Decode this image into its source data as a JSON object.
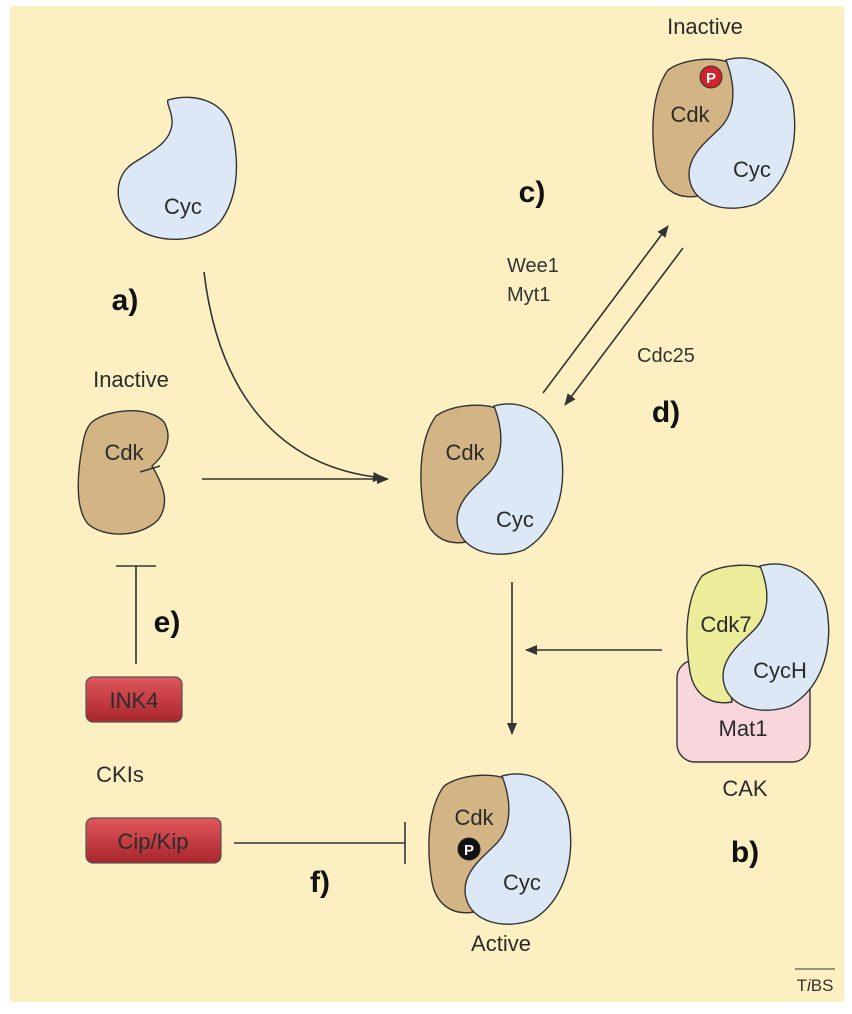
{
  "colors": {
    "background": "#fcf0c3",
    "cdk": "#d3b485",
    "cyc": "#dce8f5",
    "cdk7": "#ecec9a",
    "mat1": "#f7d7dc",
    "cki": "#c0343a",
    "phospho_red": "#d2232a",
    "phospho_black": "#111111"
  },
  "labels": {
    "cyc_free": "Cyc",
    "cdk_free": "Cdk",
    "inactive_left": "Inactive",
    "inactive_top": "Inactive",
    "complex_cdk": "Cdk",
    "complex_cyc": "Cyc",
    "top_cdk": "Cdk",
    "top_cyc": "Cyc",
    "top_p": "P",
    "active_cdk": "Cdk",
    "active_cyc": "Cyc",
    "active_p": "P",
    "active": "Active",
    "cdk7": "Cdk7",
    "cych": "CycH",
    "mat1": "Mat1",
    "cak": "CAK",
    "wee1": "Wee1",
    "myt1": "Myt1",
    "cdc25": "Cdc25",
    "ink4": "INK4",
    "ckis": "CKIs",
    "cipkip": "Cip/Kip",
    "panel_a": "a)",
    "panel_b": "b)",
    "panel_c": "c)",
    "panel_d": "d)",
    "panel_e": "e)",
    "panel_f": "f)",
    "journal_t": "T",
    "journal_i": "i",
    "journal_bs": "BS"
  }
}
